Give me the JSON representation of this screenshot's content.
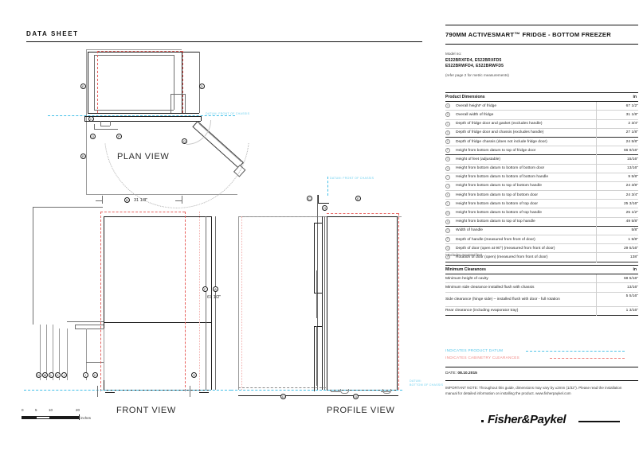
{
  "sheet": {
    "title": "DATA SHEET"
  },
  "product": {
    "heading": "790MM ACTIVESMART™ FRIDGE - BOTTOM FREEZER",
    "model_caption": "Model no:",
    "models_line1": "E522BRXFD4, E522BRXFD5",
    "models_line2": "E522BRWFD4, E522BRWFD5",
    "refer_note": "(refer page 2 for metric measurements)"
  },
  "dimensions_table": {
    "header_label": "Product Dimensions",
    "header_unit": "in",
    "footnote": "* Includes mounted feet",
    "rows": [
      {
        "mark": "A",
        "label": "Overall height* of fridge",
        "value": "67 1/2\""
      },
      {
        "mark": "B",
        "label": "Overall width of fridge",
        "value": "31 1/8\""
      },
      {
        "mark": "C",
        "label": "Depth of fridge door and gasket (excludes handle)",
        "value": "2 3/4\""
      },
      {
        "mark": "D",
        "label": "Depth of fridge door and chassis (excludes handle)",
        "value": "27 1/8\""
      },
      {
        "mark": "E",
        "label": "Depth of fridge chassis (does not include fridge door)",
        "value": "24 5/8\""
      },
      {
        "mark": "F",
        "label": "Height from bottom datum to top of fridge door",
        "value": "66 9/16\""
      },
      {
        "mark": "G",
        "label": "Height of feet (adjustable)",
        "value": "15/16\""
      },
      {
        "mark": "H",
        "label": "Height from bottom datum to bottom of bottom door",
        "value": "13/16\""
      },
      {
        "mark": "I",
        "label": "Height from bottom datum to bottom of bottom handle",
        "value": "9 5/8\""
      },
      {
        "mark": "J",
        "label": "Height from bottom datum to top of bottom handle",
        "value": "24 3/8\""
      },
      {
        "mark": "K",
        "label": "Height from bottom datum to top of bottom door",
        "value": "24 3/4\""
      },
      {
        "mark": "L",
        "label": "Height from bottom datum to bottom of top door",
        "value": "25 3/16\""
      },
      {
        "mark": "M",
        "label": "Height from bottom datum to bottom of top handle",
        "value": "25 1/2\""
      },
      {
        "mark": "N",
        "label": "Height from bottom datum to top of top handle",
        "value": "49 5/8\""
      },
      {
        "mark": "O",
        "label": "Width of handle",
        "value": "5/8\""
      },
      {
        "mark": "P",
        "label": "Depth of handle (measured from front of door)",
        "value": "1 5/8\""
      },
      {
        "mark": "Q",
        "label": "Depth of door (open at 90°) (measured from front of door)",
        "value": "29 5/16\""
      },
      {
        "mark": "R",
        "label": "Rotation of door (open) (measured from front of door)",
        "value": "138°"
      }
    ]
  },
  "clearances_table": {
    "header_label": "Minimum Clearances",
    "header_unit": "in",
    "rows": [
      {
        "label": "Minimum height of cavity",
        "value": "68 5/16\""
      },
      {
        "label": "Minimum side clearance installed flush with chassis",
        "value": "13/16\""
      },
      {
        "label": "Side clearance (hinge side) – installed flush with door - full rotation",
        "value": "5 5/16\""
      },
      {
        "label": "Rear clearance (including evaporator tray)",
        "value": "1 3/16\""
      }
    ]
  },
  "legend": {
    "product_datum": "INDICATES PRODUCT DATUM",
    "cabinetry_clearances": "INDICATES CABINETRY CLEARANCES"
  },
  "footer": {
    "date_label": "DATE:",
    "date_value": "08.10.2015",
    "important_note": "IMPORTANT NOTE: Throughout this guide, dimensions may vary by ±2mm (1/32\"). Please read the installation manual for detailed information on installing the product. www.fisherpaykel.com",
    "brand": "Fisher&Paykel"
  },
  "drawings": {
    "plan_view_label": "PLAN VIEW",
    "front_view_label": "FRONT VIEW",
    "profile_view_label": "PROFILE VIEW",
    "datum_front_chassis": "DATUM: FRONT OF CHASSIS",
    "datum_bottom_chassis_line1": "DATUM:",
    "datum_bottom_chassis_line2": "BOTTOM OF CHASSIS",
    "callout_width": "31 1/8\"",
    "callout_height": "67 1/2\"",
    "scale": {
      "ticks": [
        "0",
        "5",
        "10",
        "20"
      ],
      "unit": "inches"
    }
  }
}
